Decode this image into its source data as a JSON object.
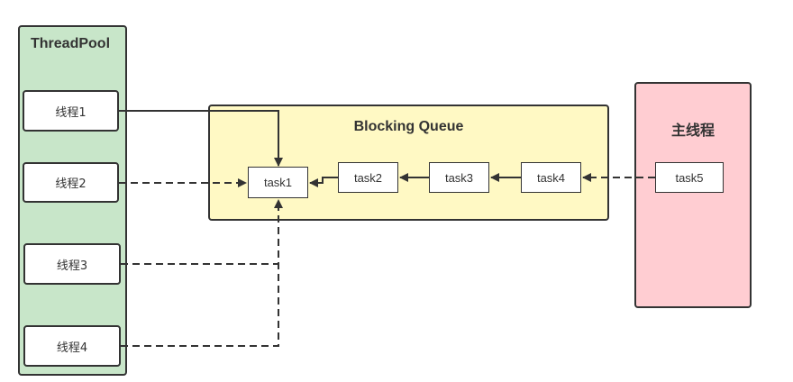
{
  "diagram": {
    "thread_pool": {
      "title": "ThreadPool",
      "color": "#c8e6c9",
      "threads": [
        "线程1",
        "线程2",
        "线程3",
        "线程4"
      ]
    },
    "blocking_queue": {
      "title": "Blocking Queue",
      "color": "#fff9c4",
      "tasks": [
        "task1",
        "task2",
        "task3",
        "task4"
      ]
    },
    "main_thread": {
      "title": "主线程",
      "color": "#ffcdd2",
      "task": "task5"
    },
    "connections": [
      {
        "from": "线程1",
        "to": "task1",
        "style": "solid"
      },
      {
        "from": "线程2",
        "to": "task1",
        "style": "dashed"
      },
      {
        "from": "线程3",
        "to": "task1",
        "style": "dashed"
      },
      {
        "from": "线程4",
        "to": "task1",
        "style": "dashed"
      },
      {
        "from": "task2",
        "to": "task1",
        "style": "solid"
      },
      {
        "from": "task3",
        "to": "task2",
        "style": "solid"
      },
      {
        "from": "task4",
        "to": "task3",
        "style": "solid"
      },
      {
        "from": "task5",
        "to": "task4",
        "style": "dashed"
      }
    ]
  }
}
